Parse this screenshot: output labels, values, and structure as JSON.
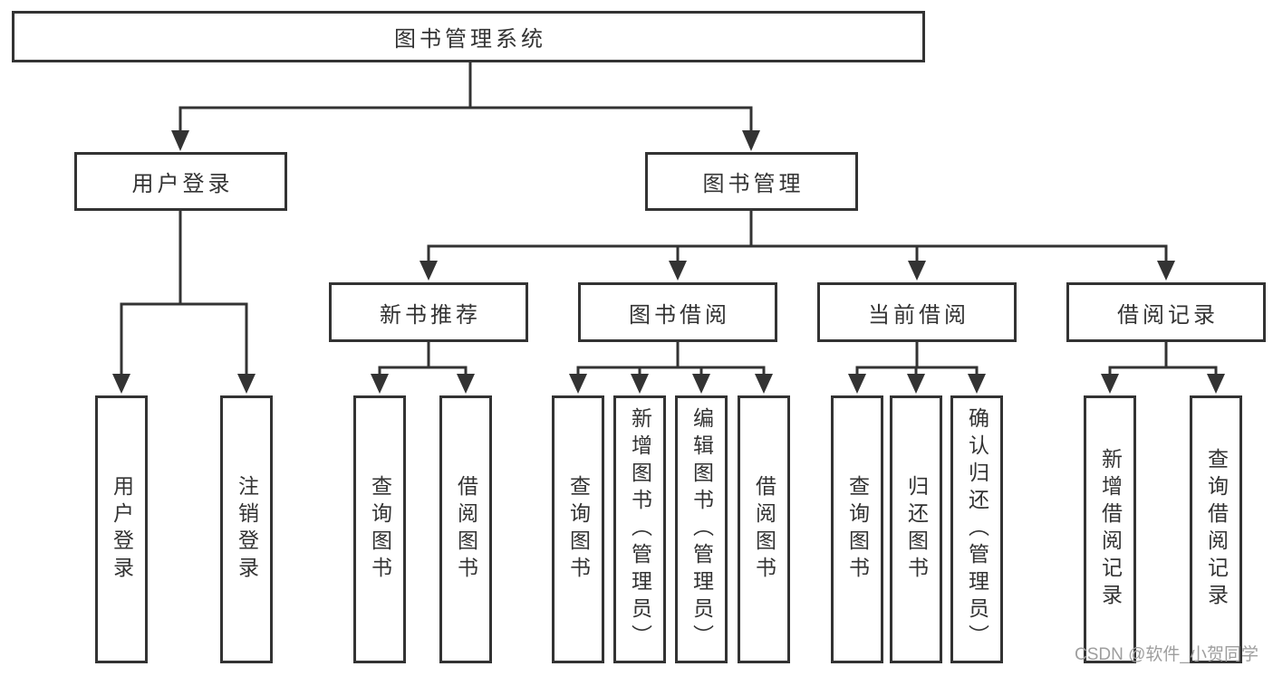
{
  "colors": {
    "line": "#333333",
    "text": "#333333",
    "watermark": "#9e9e9e",
    "background": "#ffffff"
  },
  "diagram": {
    "root": "图书管理系统",
    "branches": [
      {
        "label": "用户登录",
        "leaves": [
          "用户登录",
          "注销登录"
        ]
      },
      {
        "label": "图书管理",
        "groups": [
          {
            "label": "新书推荐",
            "leaves": [
              "查询图书",
              "借阅图书"
            ]
          },
          {
            "label": "图书借阅",
            "leaves": [
              "查询图书",
              "新增图书（管理员）",
              "编辑图书（管理员）",
              "借阅图书"
            ]
          },
          {
            "label": "当前借阅",
            "leaves": [
              "查询图书",
              "归还图书",
              "确认归还（管理员）"
            ]
          },
          {
            "label": "借阅记录",
            "leaves": [
              "新增借阅记录",
              "查询借阅记录"
            ]
          }
        ]
      }
    ]
  },
  "watermark": {
    "label": "CSDN @软件_小贺同学"
  }
}
